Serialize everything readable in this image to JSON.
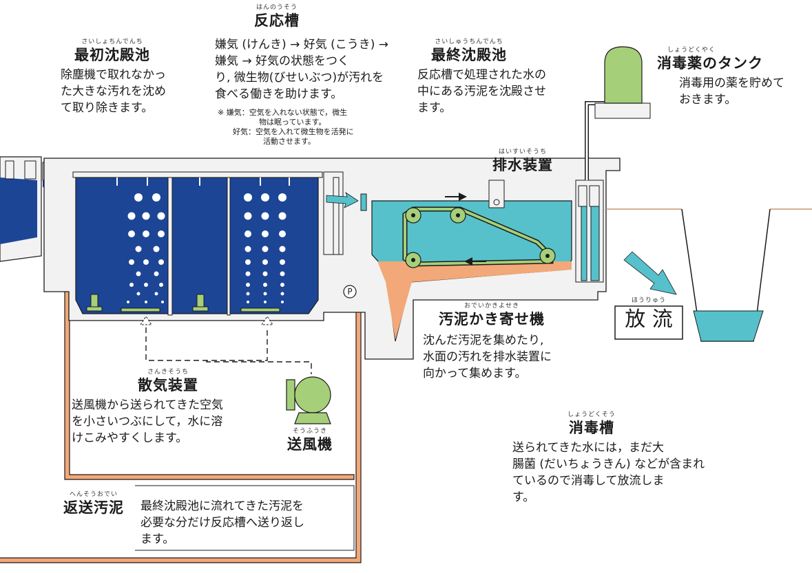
{
  "labels": {
    "first_tank": {
      "ruby": "さいしょちんでんち",
      "title": "最初沈殿池",
      "desc": [
        "除塵機で取れなかっ",
        "た大きな汚れを沈め",
        "て取り除きます。"
      ]
    },
    "reaction_tank": {
      "ruby": "はんのうそう",
      "title": "反応槽",
      "desc": [
        "嫌気 (けんき) → 好気 (こうき) →",
        "嫌気 → 好気の状態をつく",
        "り, 微生物(びせいぶつ)が汚れを",
        "食べる働きを助けます。"
      ],
      "notes": [
        "※ 嫌気：空気を入れない状態で，微生",
        "物は眠っています。",
        "好気：空気を入れて微生物を活発に",
        "活動させます。"
      ]
    },
    "final_tank": {
      "ruby": "さいしゅうちんでんち",
      "title": "最終沈殿池",
      "desc": [
        "反応槽で処理された水の",
        "中にある汚泥を沈殿させ",
        "ます。"
      ]
    },
    "disinfectant_tank": {
      "ruby": "しょうどくやく",
      "title": "消毒薬のタンク",
      "desc": [
        "消毒用の薬を貯めて",
        "おきます。"
      ]
    },
    "drain_device": {
      "ruby": "はいすいそうち",
      "title": "排水装置"
    },
    "sludge_scraper": {
      "ruby": "おでいかきよせき",
      "title": "汚泥かき寄せ機",
      "desc": [
        "沈んだ汚泥を集めたり,",
        "水面の汚れを排水装置に",
        "向かって集めます。"
      ]
    },
    "discharge": {
      "ruby": "ほうりゅう",
      "title": "放 流"
    },
    "aerator": {
      "ruby": "さんきそうち",
      "title": "散気装置",
      "desc": [
        "送風機から送られてきた空気",
        "を小さいつぶにして，水に溶",
        "けこみやすくします。"
      ]
    },
    "blower": {
      "ruby": "そうふうき",
      "title": "送風機"
    },
    "disinfection_tank": {
      "ruby": "しょうどくそう",
      "title": "消毒槽",
      "desc": [
        "送られてきた水には，まだ大",
        "腸菌 (だいちょうきん) などが含まれ",
        "ているので消毒して放流しま",
        "す。"
      ]
    },
    "return_sludge": {
      "ruby": "へんそうおでい",
      "title": "返送汚泥",
      "desc": [
        "最終沈殿池に流れてきた汚泥を",
        "必要な分だけ反応槽へ送り返し",
        "ます。"
      ]
    },
    "pump_mark": "P"
  },
  "colors": {
    "wall": "#f2f2f2",
    "wall_line": "#1a1a1a",
    "water_dark": "#1c4596",
    "water_light": "#56c1cb",
    "sludge": "#f2a878",
    "green": "#a6cf7a",
    "pipe": "#f2a878"
  }
}
